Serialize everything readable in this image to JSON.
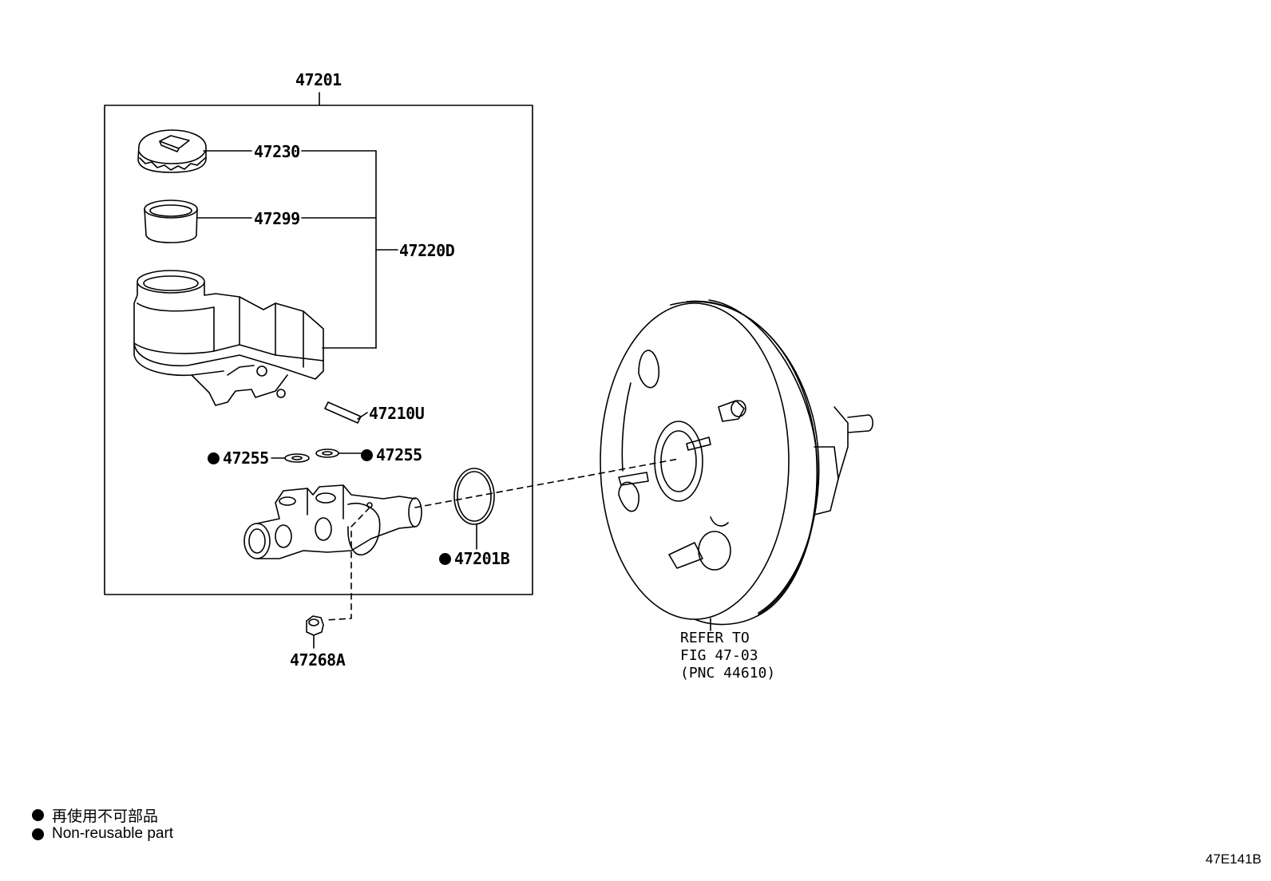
{
  "parts": {
    "assembly": "47201",
    "cap": "47230",
    "strainer": "47299",
    "reservoir_sub_assy": "47220D",
    "pin": "47210U",
    "grommet_left": "47255",
    "grommet_right": "47255",
    "o_ring": "47201B",
    "nut": "47268A"
  },
  "refer_note": [
    "REFER TO",
    "FIG 47-03",
    "(PNC 44610)"
  ],
  "legend": {
    "japanese": "再使用不可部品",
    "english": "Non-reusable part"
  },
  "figure_code": "47E141B",
  "colors": {
    "line": "#000000",
    "background": "#ffffff"
  }
}
